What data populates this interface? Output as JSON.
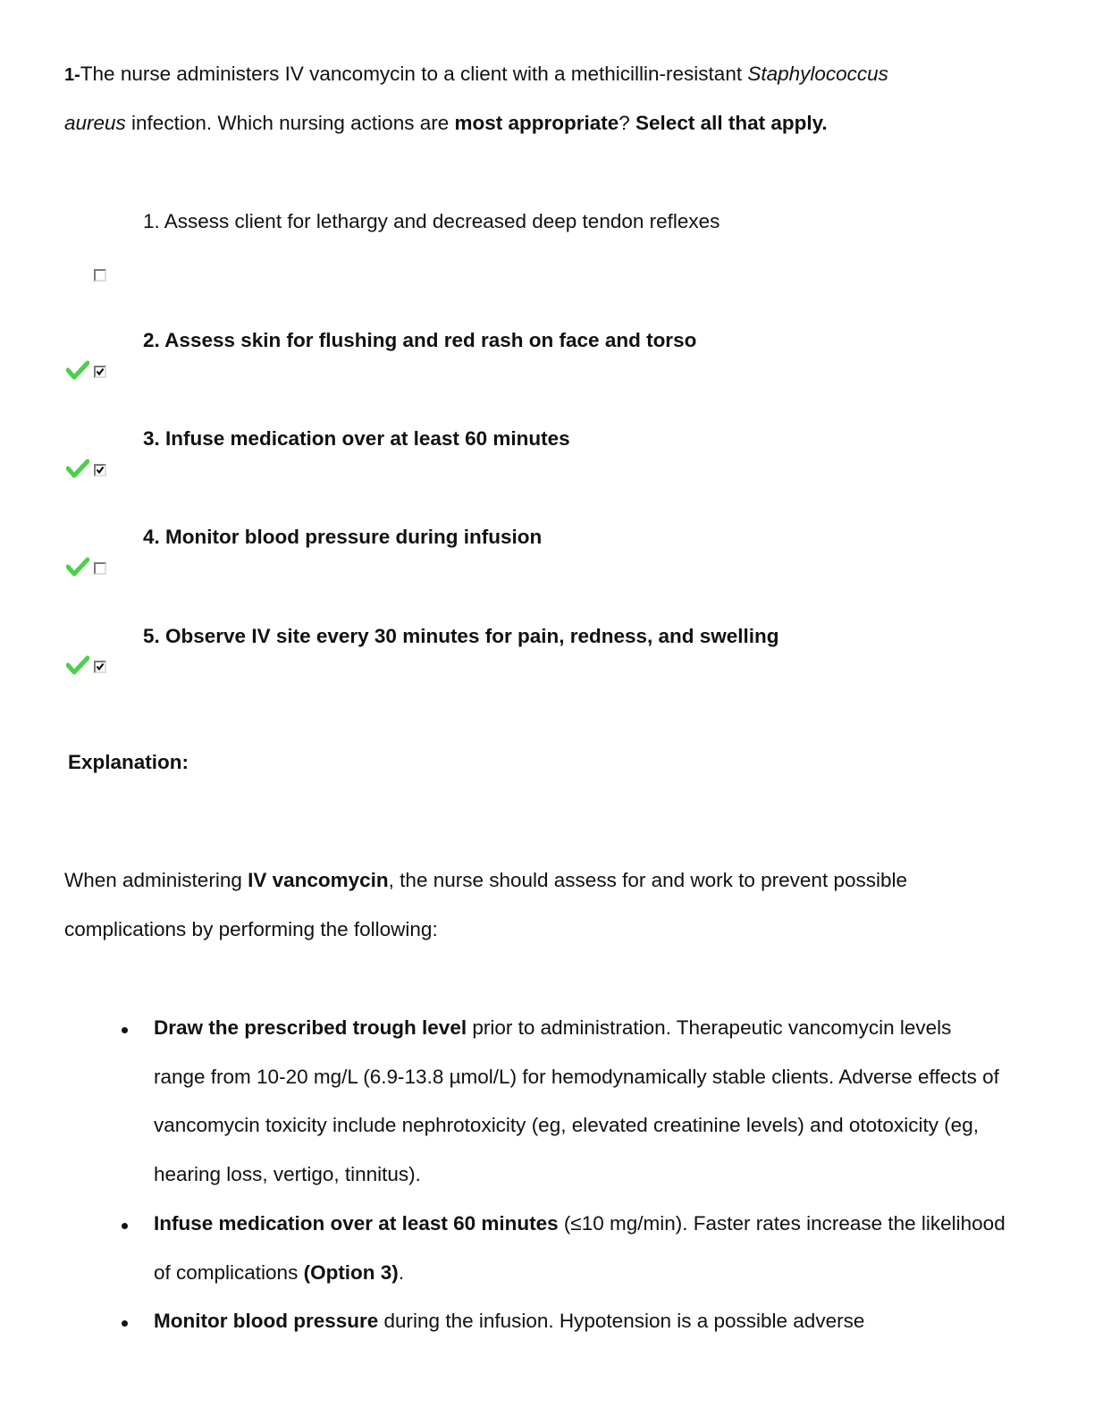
{
  "question": {
    "number": "1-",
    "line1_pre": "The nurse administers IV vancomycin to a client with a methicillin-resistant ",
    "line1_italic": "Staphylococcus",
    "line2_italic": "aureus",
    "line2_pre": " infection.  Which nursing actions are ",
    "line2_bold1": "most appropriate",
    "line2_mid": "? ",
    "line2_bold2": "Select all that apply."
  },
  "options": [
    {
      "label": "1.  Assess client for lethargy and decreased deep tendon reflexes",
      "bold": false,
      "checked": false,
      "correct": false
    },
    {
      "label": "2.  Assess skin for flushing and red rash on face and torso",
      "bold": true,
      "checked": true,
      "correct": true
    },
    {
      "label": "3.  Infuse medication over at least 60 minutes",
      "bold": true,
      "checked": true,
      "correct": true
    },
    {
      "label": "4.  Monitor blood pressure during infusion",
      "bold": true,
      "checked": false,
      "correct": true
    },
    {
      "label": "5.  Observe IV site every 30 minutes for pain, redness, and swelling",
      "bold": true,
      "checked": true,
      "correct": true
    }
  ],
  "colors": {
    "correct_check": "#4ccf4c"
  },
  "explanation": {
    "heading": "Explanation:",
    "intro_pre": "When administering ",
    "intro_bold": "IV vancomycin",
    "intro_post": ", the nurse should assess for and work to prevent possible",
    "intro_line2": "complications by performing the following:",
    "bullets": [
      {
        "bold": "Draw the prescribed trough level",
        "text": " prior to administration. Therapeutic vancomycin levels range from 10-20 mg/L (6.9-13.8 µmol/L) for hemodynamically stable clients. Adverse effects of vancomycin toxicity include nephrotoxicity (eg, elevated creatinine levels) and ototoxicity (eg, hearing loss, vertigo, tinnitus).",
        "bold2": "",
        "text2": ""
      },
      {
        "bold": "Infuse medication over at least 60 minutes",
        "text": " (≤10 mg/min). Faster rates increase the likelihood of complications ",
        "bold2": "(Option 3)",
        "text2": "."
      },
      {
        "bold": "Monitor blood pressure",
        "text": " during the infusion.  Hypotension is a possible adverse",
        "bold2": "",
        "text2": ""
      }
    ]
  }
}
